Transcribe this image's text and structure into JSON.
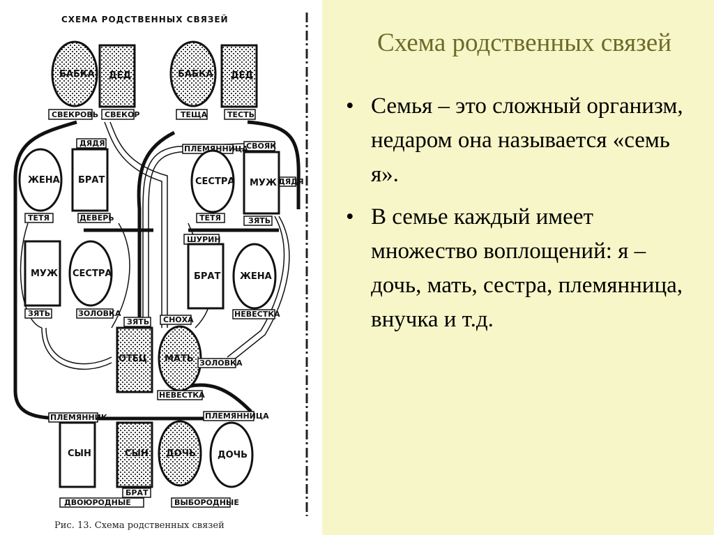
{
  "slide": {
    "title": "Схема родственных связей",
    "bullets": [
      "Семья – это сложный организм, недаром она называется «семь я».",
      "В семье каждый имеет множество воплощений: я – дочь, мать, сестра, племянница, внучка и т.д."
    ]
  },
  "diagram": {
    "title": "СХЕМА РОДСТВЕННЫХ СВЯЗЕЙ",
    "caption": "Рис. 13. Схема родственных связей",
    "nodes": {
      "babka1": "БАБКА",
      "ded1": "ДЕД",
      "babka2": "БАБКА",
      "ded2": "ДЕД",
      "zhena1": "ЖЕНА",
      "brat1": "БРАТ",
      "sestra1": "СЕСТРА",
      "muzh1": "МУЖ",
      "muzh2": "МУЖ",
      "sestra2": "СЕСТРА",
      "brat2": "БРАТ",
      "zhena2": "ЖЕНА",
      "otec": "ОТЕЦ",
      "mat": "МАТЬ",
      "syn1": "СЫН",
      "syn2": "СЫН",
      "doch1": "ДОЧЬ",
      "doch2": "ДОЧЬ"
    },
    "labels": {
      "svekrov": "СВЕКРОВЬ",
      "svekor": "СВЕКОР",
      "teshcha": "ТЕЩА",
      "test": "ТЕСТЬ",
      "dyadya1": "ДЯДЯ",
      "plemyannica": "ПЛЕМЯННИЦА",
      "svoyak": "СВОЯК",
      "dyadya2": "ДЯДЯ",
      "tetya1": "ТЕТЯ",
      "dever": "ДЕВЕРЬ",
      "tetya2": "ТЕТЯ",
      "zyat1": "ЗЯТЬ",
      "shurin": "ШУРИН",
      "zyat2": "ЗЯТЬ",
      "zolovka1": "ЗОЛОВКА",
      "nevestka1": "НЕВЕСТКА",
      "zyat3": "ЗЯТЬ",
      "snoha": "СНОХА",
      "zolovka2": "ЗОЛОВКА",
      "nevestka2": "НЕВЕСТКА",
      "plemyannik": "ПЛЕМЯННИК",
      "plemyannica2": "ПЛЕМЯННИЦА",
      "brat3": "БРАТ",
      "dvoyurodnye": "ДВОЮРОДНЫЕ",
      "vyborodnye": "ВЫБОРОДНЫЕ"
    }
  }
}
